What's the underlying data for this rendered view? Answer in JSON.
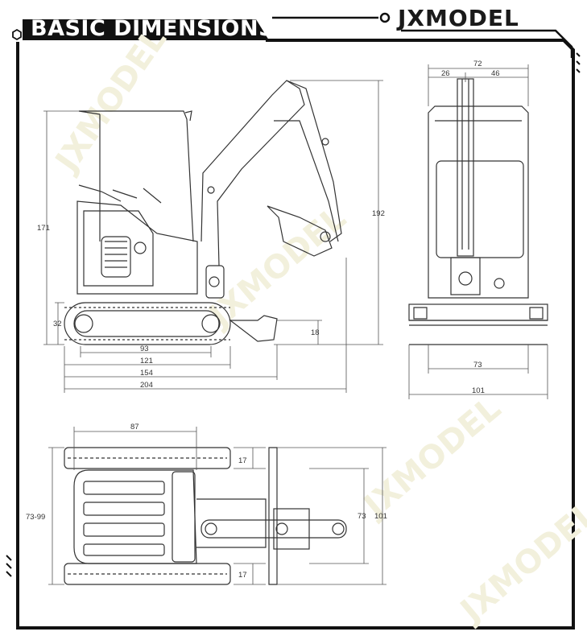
{
  "header": {
    "title": "BASIC DIMENSIONS",
    "brand": "JXMODEL"
  },
  "watermark": "JXMODEL",
  "side_view": {
    "dimensions": {
      "total_height": "192",
      "cab_height": "171",
      "track_height": "32",
      "blade_height": "18",
      "track_ground_length": "93",
      "track_length": "121",
      "length_to_blade": "154",
      "overall_length": "204"
    }
  },
  "front_view": {
    "dimensions": {
      "total_width": "72",
      "left_offset": "26",
      "right_offset": "46",
      "track_gauge": "73",
      "blade_width": "101"
    }
  },
  "top_view": {
    "dimensions": {
      "upper_length": "87",
      "track_width_range": "73-99",
      "track_shoe_top": "17",
      "track_shoe_bottom": "17",
      "inner_width": "73",
      "blade_width": "101"
    }
  },
  "colors": {
    "frame": "#111111",
    "line": "#444444",
    "watermark": "#f2f0dc"
  }
}
